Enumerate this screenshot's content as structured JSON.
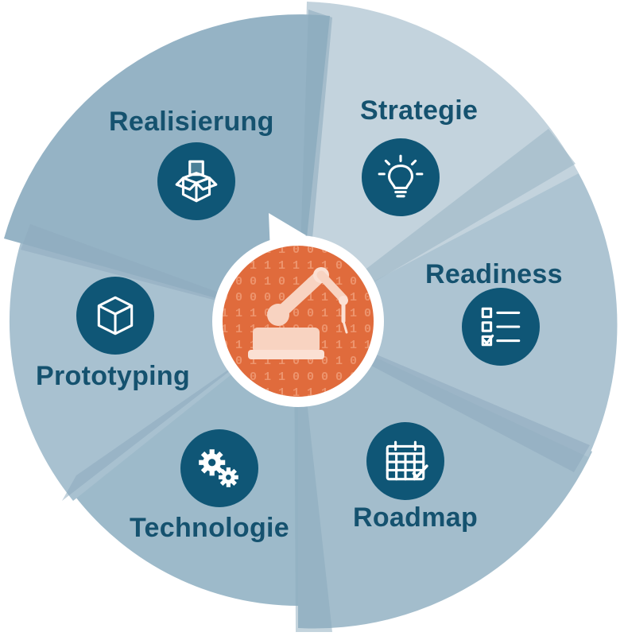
{
  "diagram": {
    "center": {
      "icon": "robot-arm-icon",
      "pattern": "binary-digits",
      "color": "#e06b3c"
    },
    "colors": {
      "label": "#15526f",
      "icon_disc": "#0f5676",
      "ring_light": "#c3d2dc",
      "ring_mid": "#a9c0cf",
      "ring_dark": "#8fb0c3"
    },
    "segments": [
      {
        "label": "Strategie",
        "icon": "lightbulb-icon"
      },
      {
        "label": "Readiness",
        "icon": "checklist-icon"
      },
      {
        "label": "Roadmap",
        "icon": "calendar-icon"
      },
      {
        "label": "Technologie",
        "icon": "gears-icon"
      },
      {
        "label": "Prototyping",
        "icon": "cube-icon"
      },
      {
        "label": "Realisierung",
        "icon": "box-icon"
      }
    ]
  }
}
